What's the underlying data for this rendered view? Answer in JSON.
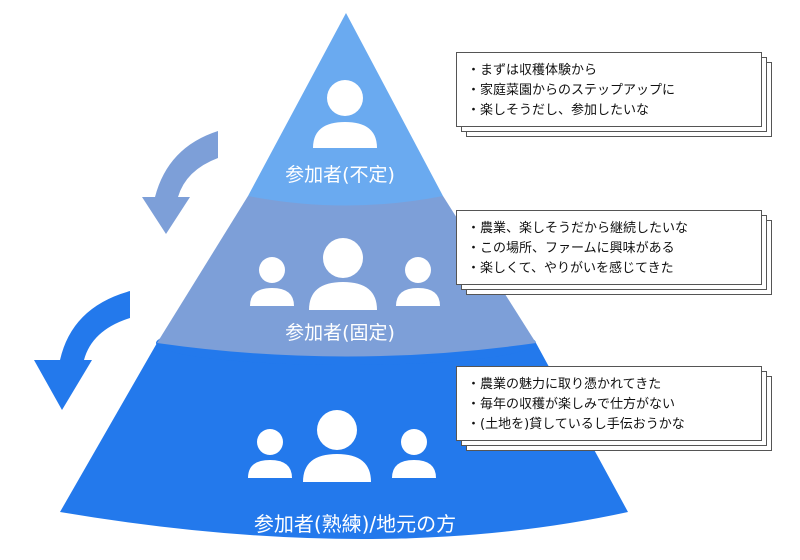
{
  "tiers": {
    "top": {
      "label": "参加者(不定)",
      "lines": [
        "・まずは収穫体験から",
        "・家庭菜園からのステップアップに",
        "・楽しそうだし、参加したいな"
      ]
    },
    "middle": {
      "label": "参加者(固定)",
      "lines": [
        "・農業、楽しそうだから継続したいな",
        "・この場所、ファームに興味がある",
        "・楽しくて、やりがいを感じてきた"
      ]
    },
    "bottom": {
      "label": "参加者(熟練)/地元の方",
      "lines": [
        "・農業の魅力に取り憑かれてきた",
        "・毎年の収穫が楽しみで仕方がない",
        "・(土地を)貸しているし手伝おうかな"
      ]
    }
  },
  "colors": {
    "top": "#6aaaf0",
    "middle": "#7d9fd8",
    "bottom": "#2379ec",
    "arrow_upper": "#7d9fd8",
    "arrow_lower": "#2379ec"
  }
}
